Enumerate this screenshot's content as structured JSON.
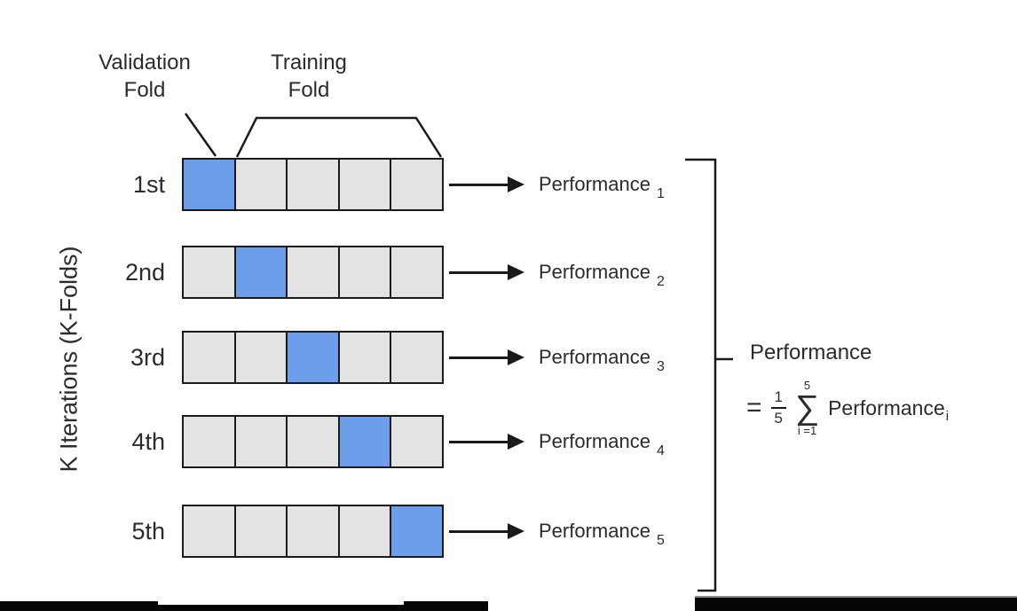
{
  "header": {
    "validation_fold": {
      "line1": "Validation",
      "line2": "Fold"
    },
    "training_fold": {
      "line1": "Training",
      "line2": "Fold"
    }
  },
  "axis_label": "K Iterations (K-Folds)",
  "folds_per_row": 5,
  "rows": [
    {
      "iteration": "1st",
      "performance_label": "Performance",
      "performance_sub": "1",
      "validation_index": 0
    },
    {
      "iteration": "2nd",
      "performance_label": "Performance",
      "performance_sub": "2",
      "validation_index": 1
    },
    {
      "iteration": "3rd",
      "performance_label": "Performance",
      "performance_sub": "3",
      "validation_index": 2
    },
    {
      "iteration": "4th",
      "performance_label": "Performance",
      "performance_sub": "4",
      "validation_index": 3
    },
    {
      "iteration": "5th",
      "performance_label": "Performance",
      "performance_sub": "5",
      "validation_index": 4
    }
  ],
  "result": {
    "label": "Performance",
    "equals": "=",
    "fraction": {
      "numerator": "1",
      "denominator": "5"
    },
    "sum": {
      "symbol": "∑",
      "upper": "5",
      "lower": "i =1"
    },
    "term": "Performance",
    "term_subscript": "i"
  },
  "colors": {
    "validation_fill": "#6D9EEB",
    "training_fill": "#E3E3E3",
    "line": "#1a1a1a",
    "text": "#2b2b2b"
  }
}
